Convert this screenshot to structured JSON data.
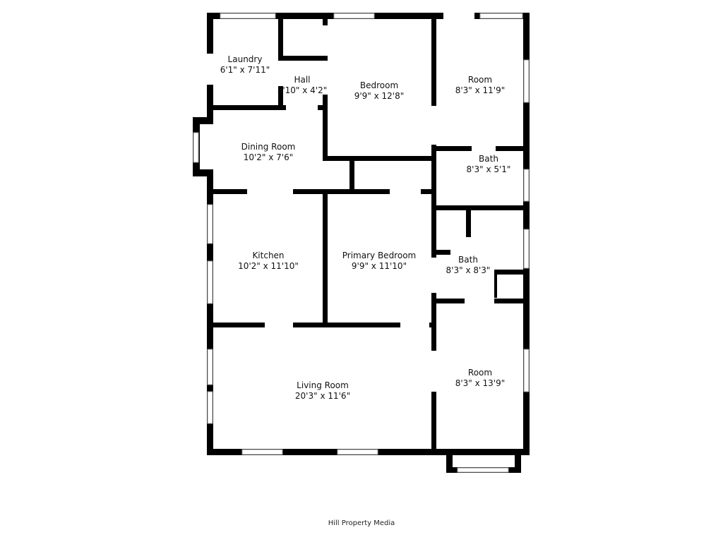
{
  "rooms": {
    "laundry": {
      "name": "Laundry",
      "size": "6'1\" x 7'11\""
    },
    "hall": {
      "name": "Hall",
      "size": "3'10\" x 4'2\""
    },
    "bedroom": {
      "name": "Bedroom",
      "size": "9'9\" x 12'8\""
    },
    "room_top": {
      "name": "Room",
      "size": "8'3\" x 11'9\""
    },
    "dining": {
      "name": "Dining Room",
      "size": "10'2\" x 7'6\""
    },
    "bath_top": {
      "name": "Bath",
      "size": "8'3\" x 5'1\""
    },
    "kitchen": {
      "name": "Kitchen",
      "size": "10'2\" x 11'10\""
    },
    "primary": {
      "name": "Primary Bedroom",
      "size": "9'9\" x 11'10\""
    },
    "bath_mid": {
      "name": "Bath",
      "size": "8'3\" x 8'3\""
    },
    "living": {
      "name": "Living Room",
      "size": "20'3\" x 11'6\""
    },
    "room_bottom": {
      "name": "Room",
      "size": "8'3\" x 13'9\""
    }
  },
  "credit": "Hill Property Media",
  "colors": {
    "wall": "#000000",
    "window": "#999999",
    "background": "#ffffff"
  }
}
